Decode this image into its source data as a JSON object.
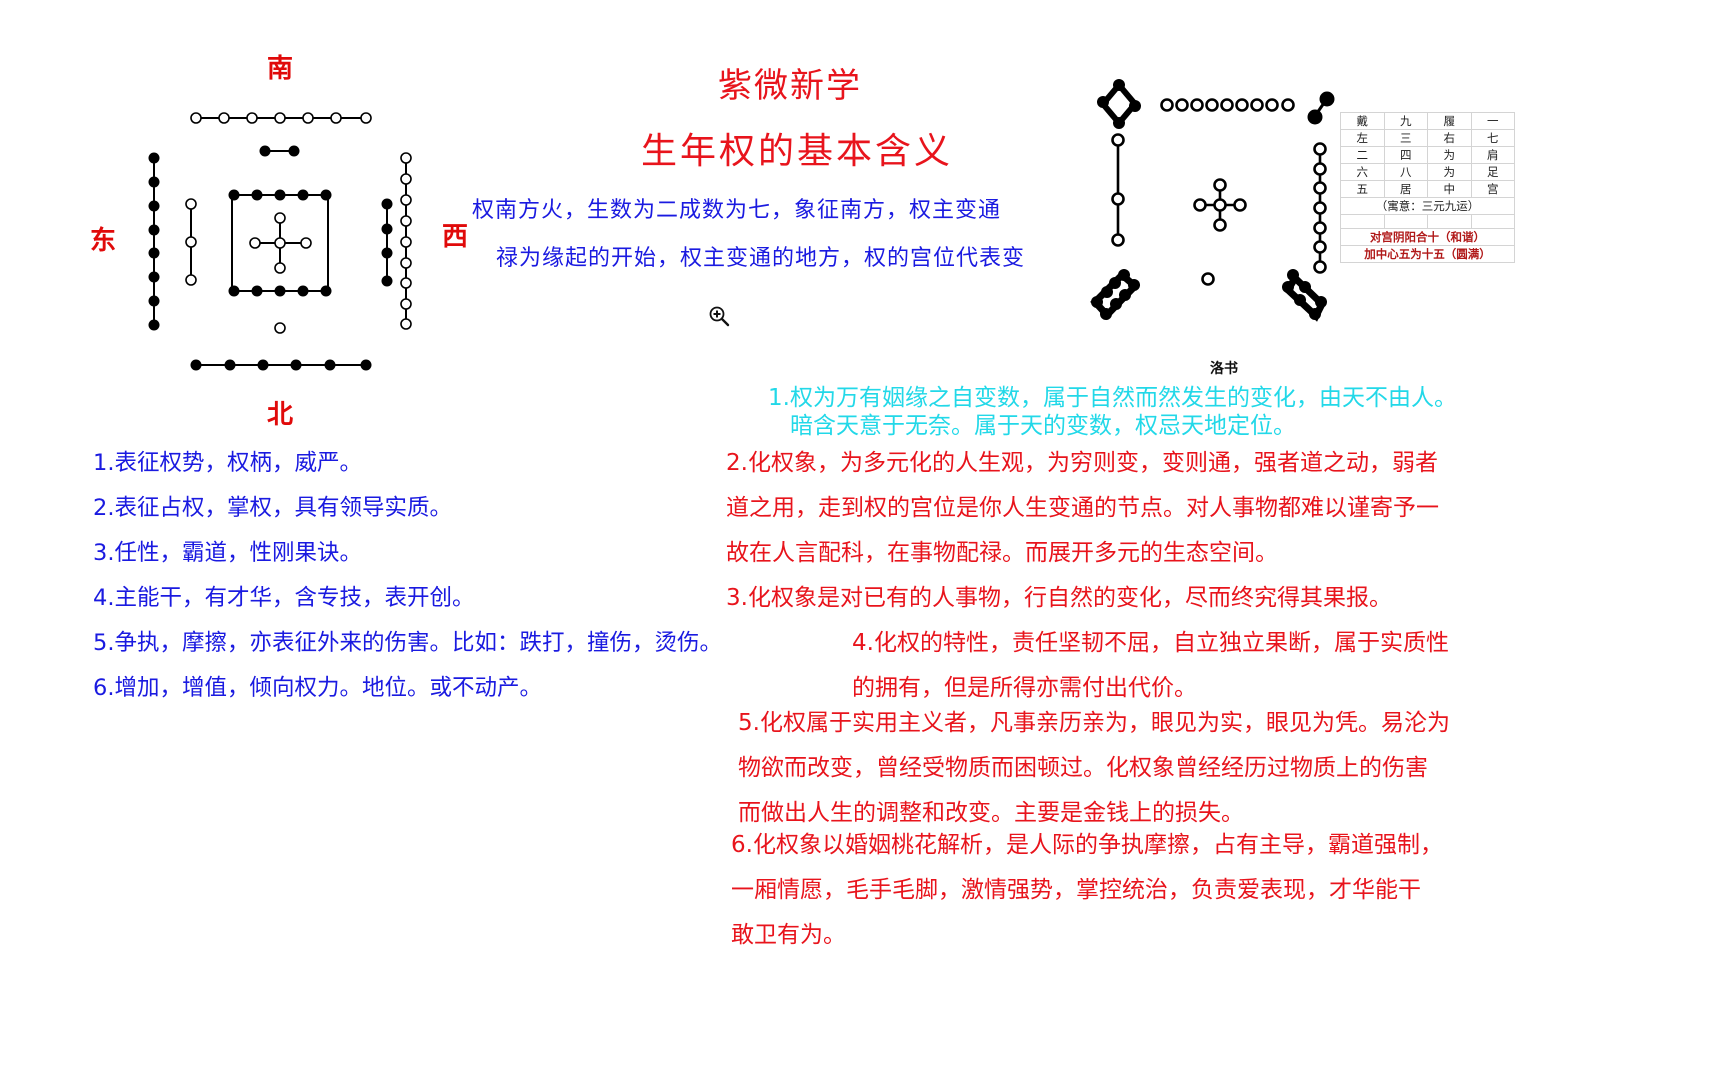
{
  "header": {
    "title": "紫微新学",
    "subtitle": "生年权的基本含义",
    "intro_lines": [
      "权南方火，生数为二成数为七，象征南方，权主变通",
      "禄为缘起的开始，权主变通的地方，权的宫位代表变"
    ]
  },
  "hetu": {
    "directions": {
      "south": "南",
      "north": "北",
      "east": "东",
      "west": "西"
    }
  },
  "luoshu": {
    "caption": "洛书",
    "table_rows": [
      [
        "戴",
        "九",
        "履",
        "一"
      ],
      [
        "左",
        "三",
        "右",
        "七"
      ],
      [
        "二",
        "四",
        "为",
        "肩"
      ],
      [
        "六",
        "八",
        "为",
        "足"
      ],
      [
        "五",
        "居",
        "中",
        "宫"
      ]
    ],
    "table_note": "（寓意：三元九运）",
    "table_red_notes": [
      "对宫阴阳合十（和谐）",
      "加中心五为十五（圆满）"
    ]
  },
  "zoom_icon": "zoom-in-icon",
  "left_list": [
    "1.表征权势，权柄，威严。",
    "2.表征占权，掌权，具有领导实质。",
    "3.任性，霸道，性刚果诀。",
    "4.主能干，有才华，含专技，表开创。",
    "5.争执，摩擦，亦表征外来的伤害。比如：跌打，撞伤，烫伤。",
    "6.增加，增值，倾向权力。地位。或不动产。"
  ],
  "right_list": {
    "item1": [
      "1.权为万有姻缘之自变数，属于自然而然发生的变化，由天不由人。",
      "暗含天意于无奈。属于天的变数，权忌天地定位。"
    ],
    "item2": [
      "2.化权象，为多元化的人生观，为穷则变，变则通，强者道之动，弱者",
      "道之用，走到权的宫位是你人生变通的节点。对人事物都难以谨寄予一",
      "故在人言配科，在事物配禄。而展开多元的生态空间。"
    ],
    "item3": [
      "3.化权象是对已有的人事物，行自然的变化，尽而终究得其果报。"
    ],
    "item4": [
      "4.化权的特性，责任坚韧不屈，自立独立果断，属于实质性",
      "的拥有，但是所得亦需付出代价。"
    ],
    "item5": [
      "5.化权属于实用主义者，凡事亲历亲为，眼见为实，眼见为凭。易沦为",
      "物欲而改变，曾经受物质而困顿过。化权象曾经经历过物质上的伤害",
      "而做出人生的调整和改变。主要是金钱上的损失。"
    ],
    "item6": [
      "6.化权象以婚姻桃花解析，是人际的争执摩擦，占有主导，霸道强制，",
      "一厢情愿，毛手毛脚，激情强势，掌控统治，负责爱表现，才华能干",
      "敢卫有为。"
    ]
  },
  "colors": {
    "red": "#e8141c",
    "blue": "#1a1ae0",
    "cyan": "#22d8e8"
  }
}
